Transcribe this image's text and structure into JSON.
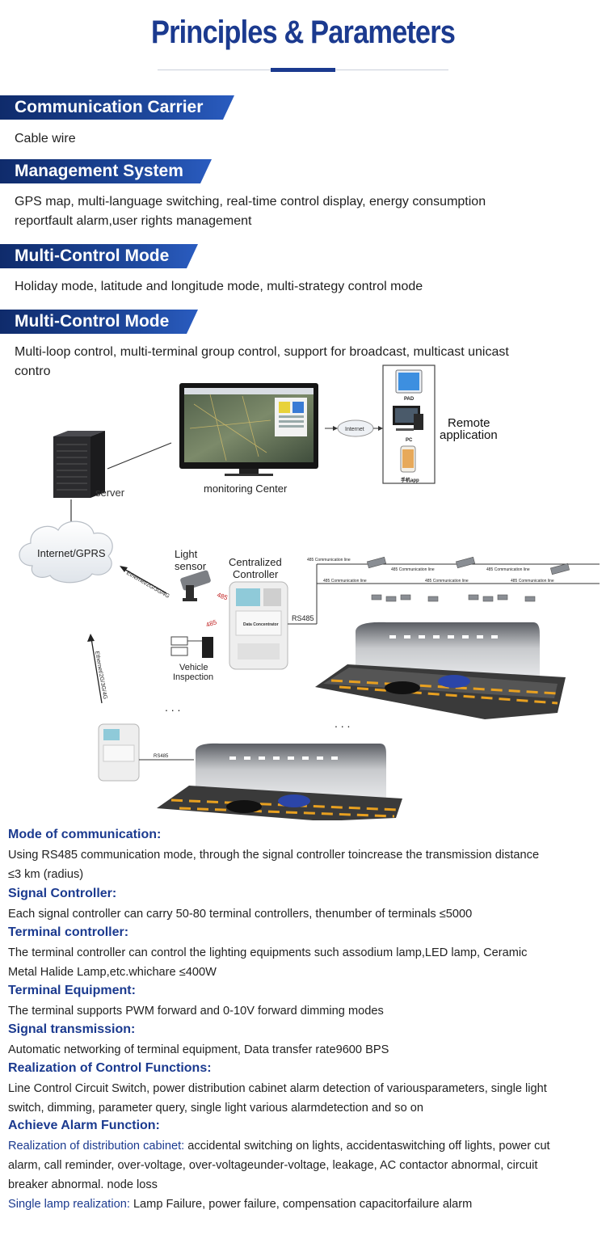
{
  "page": {
    "title": "Principles & Parameters"
  },
  "sections": [
    {
      "heading": "Communication Carrier",
      "text": "Cable wire"
    },
    {
      "heading": "Management System",
      "text": " GPS map, multi-language switching, real-time control display, energy consumption reportfault alarm,user rights management"
    },
    {
      "heading": "Multi-Control Mode",
      "text": "Holiday mode, latitude and longitude mode, multi-strategy control mode"
    },
    {
      "heading": "Multi-Control Mode",
      "text": "Multi-loop control, multi-terminal group control, support for broadcast, multicast unicast contro"
    }
  ],
  "diagram": {
    "server_label": "server",
    "monitor_label": "monitoring Center",
    "internet_label": "Internet",
    "remote_label_1": "Remote",
    "remote_label_2": "application",
    "pad_label": "PAD",
    "pc_label": "PC",
    "app_label": "手机app",
    "cloud_label": "Internet/GPRS",
    "light_sensor_1": "Light",
    "light_sensor_2": "sensor",
    "controller_1": "Centralized",
    "controller_2": "Controller",
    "vehicle_1": "Vehicle",
    "vehicle_2": "Inspection",
    "rs485_label": "RS485",
    "rs485_small": "RS485",
    "ethernet_1": "Ethernet/2G/3G/4G",
    "ethernet_2": "Ethernet/2G/3G/4G",
    "tag_485a": "485",
    "tag_485b": "485",
    "comm_line_1": "485 Communication line",
    "comm_line_2": "485 Communication line",
    "comm_line_3": "485 Communication line",
    "comm_line_4": "485 Communication line",
    "comm_line_5": "485 Communication line",
    "comm_line_6": "485 Communication line",
    "device_title": "Data Concentrator",
    "colors": {
      "primary": "#1b3a8f",
      "road": "#3a3a3a",
      "stripe": "#e8a020"
    }
  },
  "details": [
    {
      "heading": "Mode of communication:",
      "lines": [
        "Using RS485 communication mode, through the signal controller toincrease the transmission distance",
        "≤3 km (radius)"
      ]
    },
    {
      "heading": "Signal Controller:",
      "lines": [
        "Each signal controller can carry 50-80 terminal controllers, thenumber of terminals ≤5000"
      ]
    },
    {
      "heading": "Terminal controller:",
      "lines": [
        "The terminal controller can control the lighting equipments such assodium lamp,LED lamp, Ceramic",
        "Metal Halide Lamp,etc.whichare ≤400W"
      ]
    },
    {
      "heading": "Terminal Equipment:",
      "lines": [
        "The terminal supports PWM forward and 0-10V forward dimming modes"
      ]
    },
    {
      "heading": "Signal transmission:",
      "lines": [
        "Automatic networking of terminal equipment, Data transfer rate9600 BPS"
      ]
    },
    {
      "heading": "Realization of Control Functions:",
      "lines": [
        "Line Control Circuit Switch, power distribution cabinet alarm detection of variousparameters, single light",
        "switch, dimming, parameter query, single light various alarmdetection and so on"
      ]
    }
  ],
  "alarm": {
    "heading": "Achieve Alarm Function:",
    "cabinet_label": "Realization of distribution cabinet:",
    "cabinet_line1": " accidental switching on lights, accidentaswitching off lights, power cut",
    "cabinet_line2": "alarm, call reminder, over-voltage, over-voltageunder-voltage, leakage, AC contactor abnormal, circuit",
    "cabinet_line3": "breaker abnormal. node loss",
    "lamp_label": "Single lamp realization:",
    "lamp_text": " Lamp Failure, power failure, compensation capacitorfailure alarm"
  }
}
